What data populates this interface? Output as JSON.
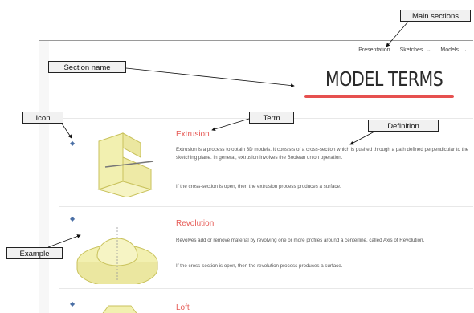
{
  "nav": {
    "items": [
      {
        "label": "Presentation",
        "has_chevron": false
      },
      {
        "label": "Sketches",
        "has_chevron": true
      },
      {
        "label": "Models",
        "has_chevron": true
      }
    ]
  },
  "section_title": "MODEL TERMS",
  "terms": [
    {
      "name": "Extrusion",
      "definition": [
        "Extrusion is a process to obtain 3D models. It consists of a cross-section which is pushed through a path defined perpendicular to the sketching plane. In general, extrusion involves the Boolean union operation.",
        "If the cross-section is open, then the extrusion process produces a surface."
      ]
    },
    {
      "name": "Revolution",
      "definition": [
        "Revolves add or remove material by revolving one or more profiles around a centerline, called Axis of Revolution.",
        "If the cross-section is open, then the revolution process produces a surface."
      ]
    },
    {
      "name": "Loft",
      "definition": []
    }
  ],
  "callouts": {
    "main_sections": "Main sections",
    "section_name": "Section name",
    "icon": "Icon",
    "term": "Term",
    "definition": "Definition",
    "example": "Example"
  },
  "colors": {
    "accent": "#e6504f",
    "term_text": "#e65a55",
    "model_fill": "#f2f0b0",
    "model_stroke": "#c9c25c"
  }
}
